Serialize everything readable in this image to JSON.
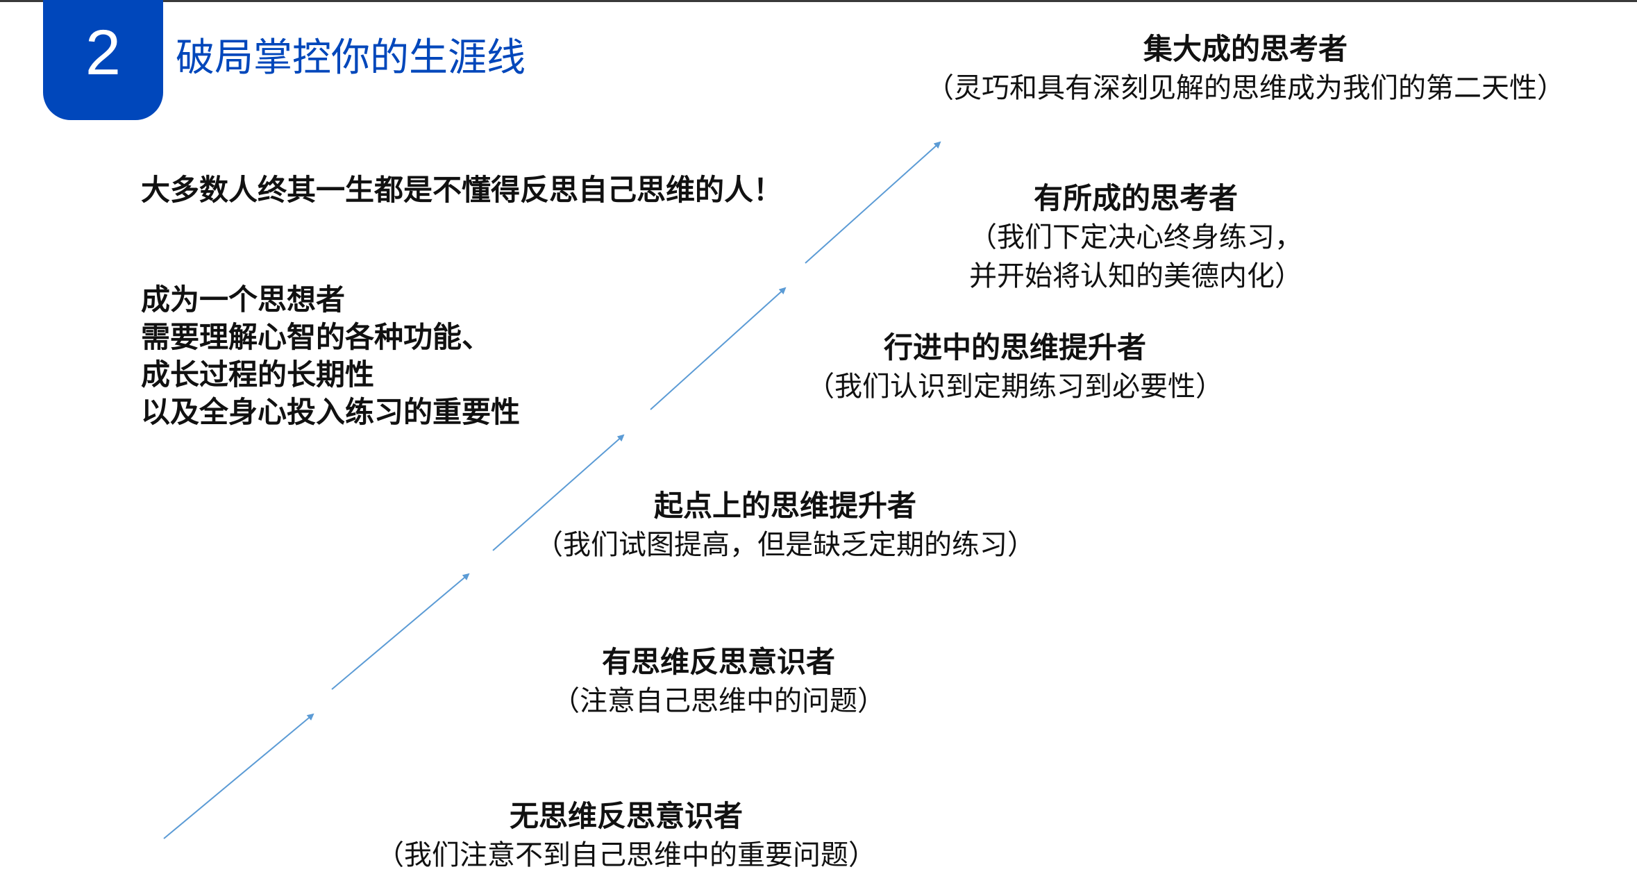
{
  "header": {
    "section_number": "2",
    "title": "破局掌控你的生涯线",
    "accent_color": "#0047BB"
  },
  "intro": {
    "lead": "大多数人终其一生都是不懂得反思自己思维的人！",
    "block": [
      "成为一个思想者",
      "需要理解心智的各种功能、",
      "成长过程的长期性",
      "以及全身心投入练习的重要性"
    ]
  },
  "stages": [
    {
      "title": "无思维反思意识者",
      "desc": [
        "（我们注意不到自己思维中的重要问题）"
      ]
    },
    {
      "title": "有思维反思意识者",
      "desc": [
        "（注意自己思维中的问题）"
      ]
    },
    {
      "title": "起点上的思维提升者",
      "desc": [
        "（我们试图提高，但是缺乏定期的练习）"
      ]
    },
    {
      "title": "行进中的思维提升者",
      "desc": [
        "（我们认识到定期练习到必要性）"
      ]
    },
    {
      "title": "有所成的思考者",
      "desc": [
        "（我们下定决心终身练习，",
        "并开始将认知的美德内化）"
      ]
    },
    {
      "title": "集大成的思考者",
      "desc": [
        "（灵巧和具有深刻见解的思维成为我们的第二天性）"
      ]
    }
  ],
  "arrow_color": "#5B9BD5"
}
